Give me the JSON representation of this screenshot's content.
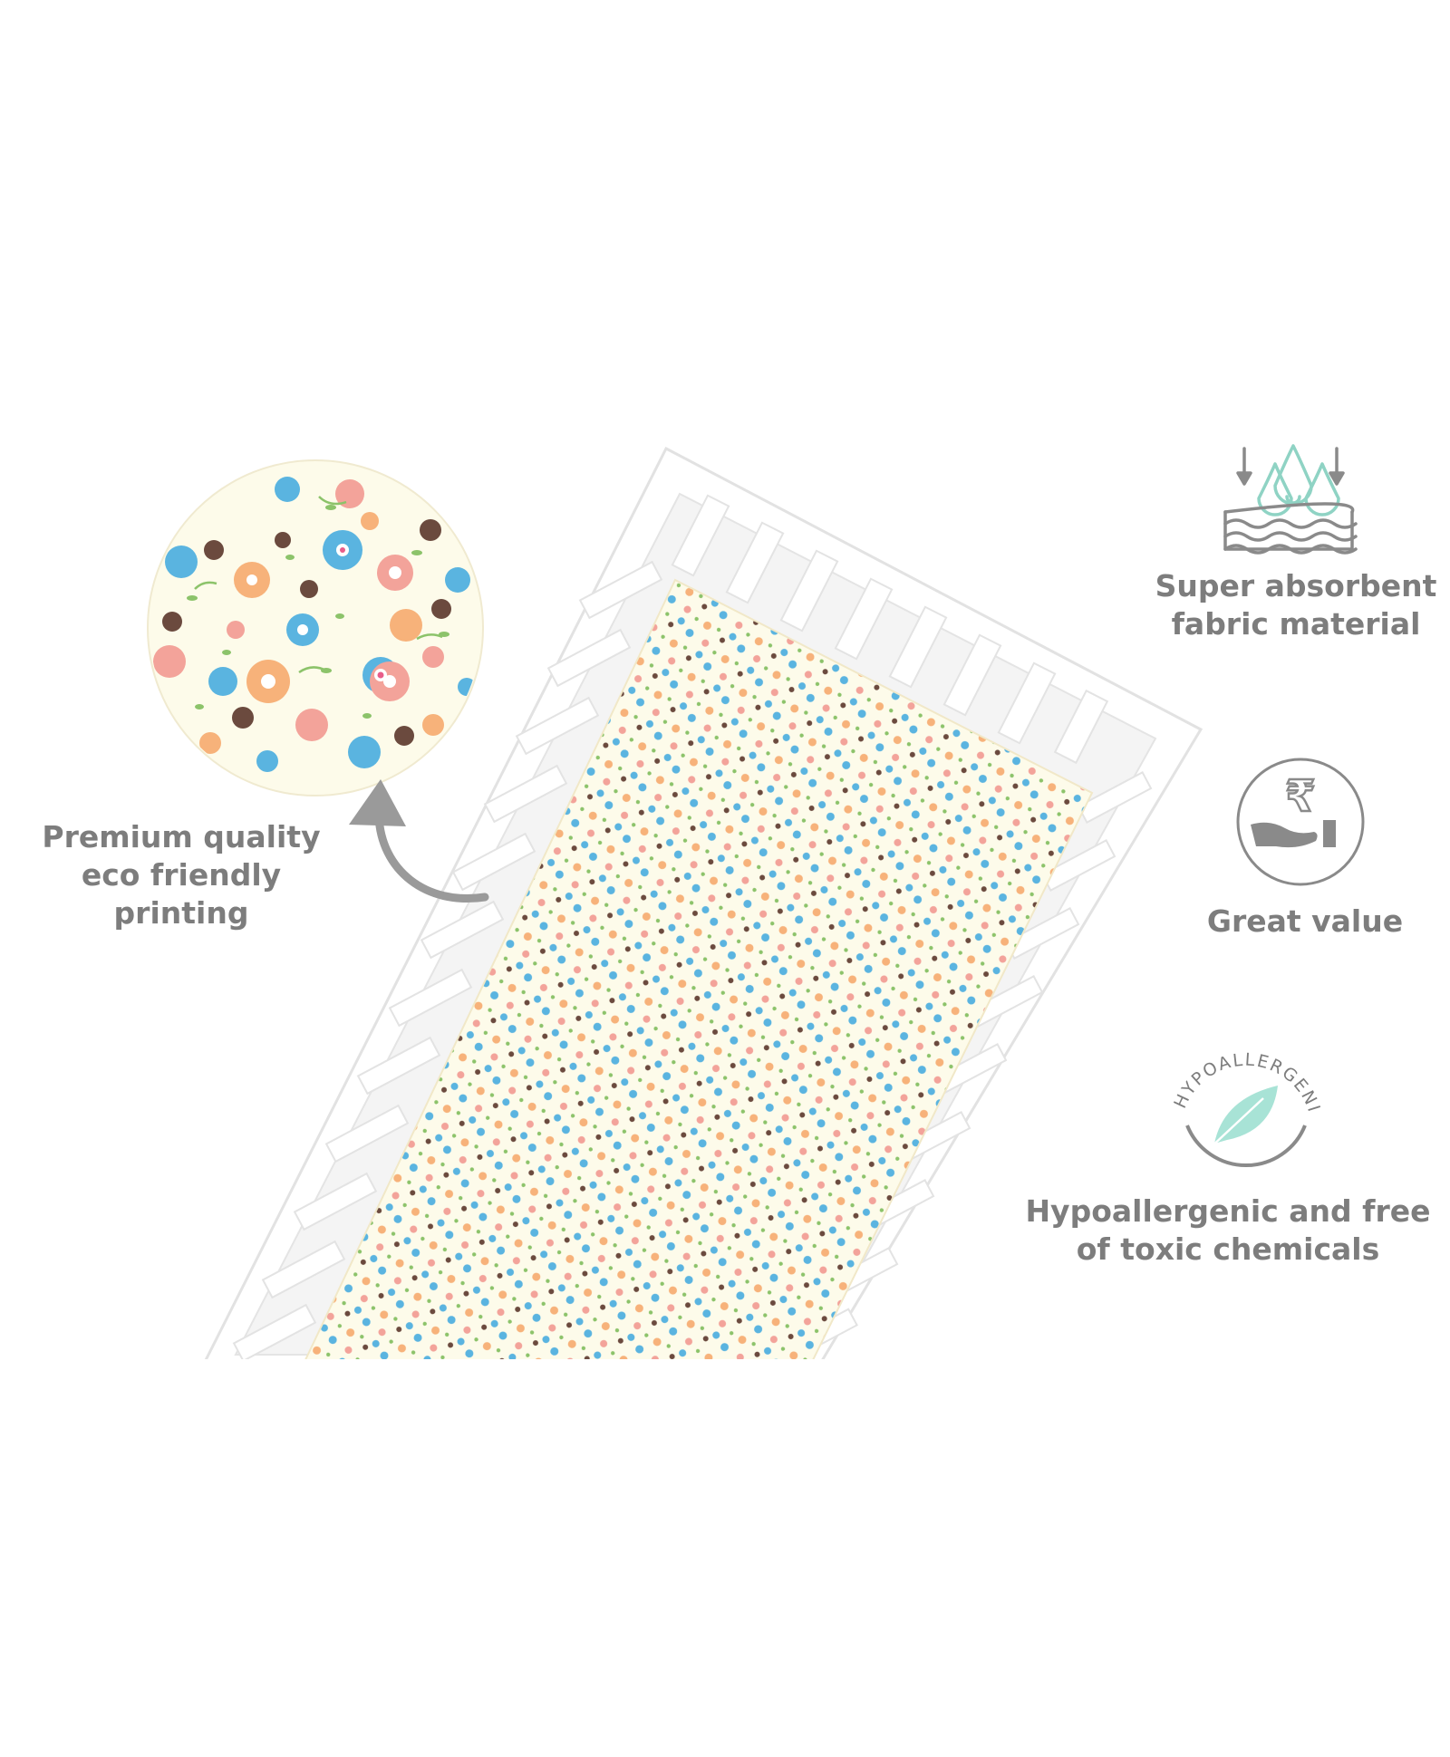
{
  "features": {
    "printing": {
      "line1": "Premium quality",
      "line2": "eco friendly",
      "line3": "printing",
      "icon": "zoom-arrow-icon"
    },
    "absorbent": {
      "line1": "Super absorbent",
      "line2": "fabric material",
      "icon": "water-drops-layers-icon"
    },
    "value": {
      "line1": "Great value",
      "icon": "rupee-hand-icon"
    },
    "hypoallergenic": {
      "line1": "Hypoallergenic and free",
      "line2": "of toxic chemicals",
      "badge_text": "HYPOALLERGENIC",
      "icon": "feather-icon"
    }
  },
  "colors": {
    "text_gray": "#7d7d7d",
    "icon_gray": "#8a8a8a",
    "mint": "#a8e3d6",
    "flower_blue": "#5ab4e0",
    "flower_peach": "#f7b27a",
    "flower_pink": "#f3a39a",
    "flower_brown": "#6b4a3e",
    "leaf_green": "#8cc36a",
    "sheet_bg": "#fdfbea"
  }
}
